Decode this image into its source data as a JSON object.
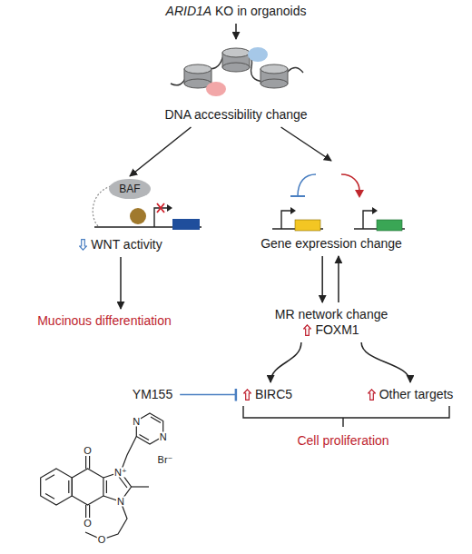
{
  "diagram": {
    "nodes": [
      {
        "text": [
          "ARID1A KO in organoids"
        ]
      },
      {
        "text": [
          "DNA accessibility change"
        ]
      },
      {
        "text": [
          "BAF"
        ]
      },
      {
        "text": [
          "WNT activity"
        ]
      },
      {
        "text": [
          "Mucinous differentiation"
        ]
      },
      {
        "text": [
          "Gene expression change"
        ]
      },
      {
        "text": [
          "MR network change",
          "FOXM1"
        ]
      },
      {
        "text": [
          "BIRC5"
        ]
      },
      {
        "text": [
          "Other targets"
        ]
      },
      {
        "text": [
          "YM155"
        ]
      },
      {
        "text": [
          "Cell proliferation"
        ]
      }
    ],
    "edges": [
      {
        "from": 0,
        "to": 1,
        "arrow": "to"
      },
      {
        "from": 1,
        "to": 2,
        "arrow": "to"
      },
      {
        "from": 1,
        "to": 5,
        "arrow": "to"
      },
      {
        "from": 3,
        "to": 4,
        "arrow": "to"
      },
      {
        "from": 5,
        "to": 6,
        "arrow": "to"
      },
      {
        "from": 6,
        "to": 5,
        "arrow": "to"
      },
      {
        "from": 6,
        "to": 7,
        "arrow": "to"
      },
      {
        "from": 6,
        "to": 8,
        "arrow": "to"
      },
      {
        "from": 9,
        "to": 7,
        "arrow": "to"
      }
    ],
    "labels": [
      "N",
      "N",
      "O",
      "N⁺",
      "Br⁻",
      "N",
      "O",
      "O"
    ]
  }
}
